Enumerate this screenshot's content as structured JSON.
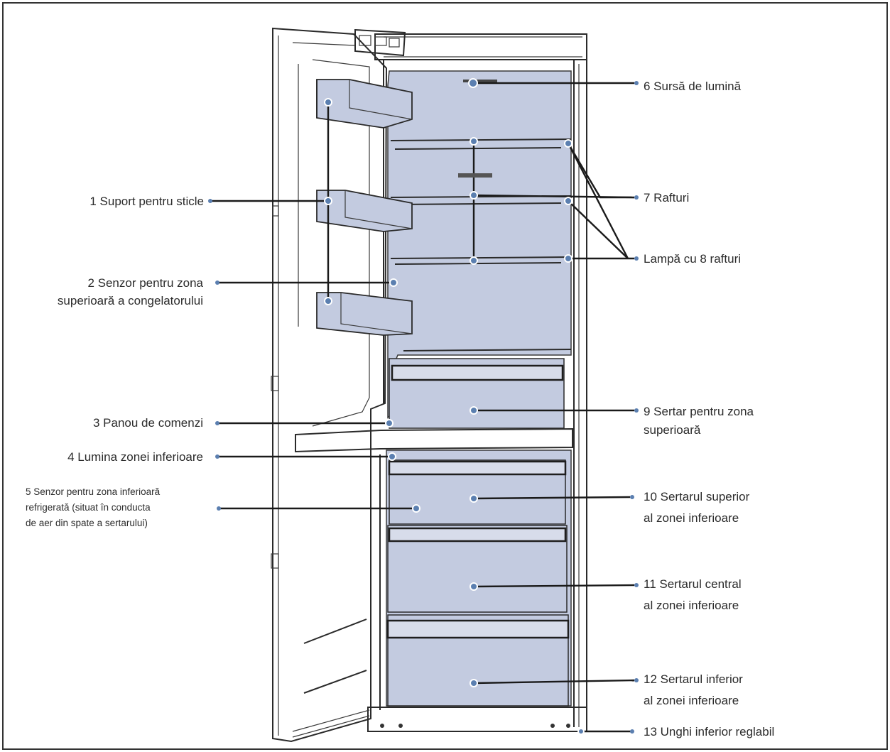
{
  "colors": {
    "interior": "#c3cbe0",
    "interior_dark": "#aeb8d2",
    "accent": "#5b7fb0",
    "line": "#1a1a1a"
  },
  "labels": {
    "l1": "1 Suport pentru sticle",
    "l2a": "2 Senzor pentru zona",
    "l2b": "superioară a congelatorului",
    "l3": "3 Panou de comenzi",
    "l4": "4 Lumina zonei inferioare",
    "l5a": "5 Senzor pentru zona inferioară",
    "l5b": "refrigerată (situat în conducta",
    "l5c": "de aer din spate a sertarului)",
    "l6": "6 Sursă de lumină",
    "l7": "7 Rafturi",
    "l8": "Lampă cu 8 rafturi",
    "l9a": "9 Sertar pentru zona",
    "l9b": "superioară",
    "l10a": "10 Sertarul superior",
    "l10b": "al zonei inferioare",
    "l11a": "11 Sertarul central",
    "l11b": "al zonei inferioare",
    "l12a": "12 Sertarul inferior",
    "l12b": "al zonei inferioare",
    "l13": "13 Unghi inferior reglabil"
  }
}
